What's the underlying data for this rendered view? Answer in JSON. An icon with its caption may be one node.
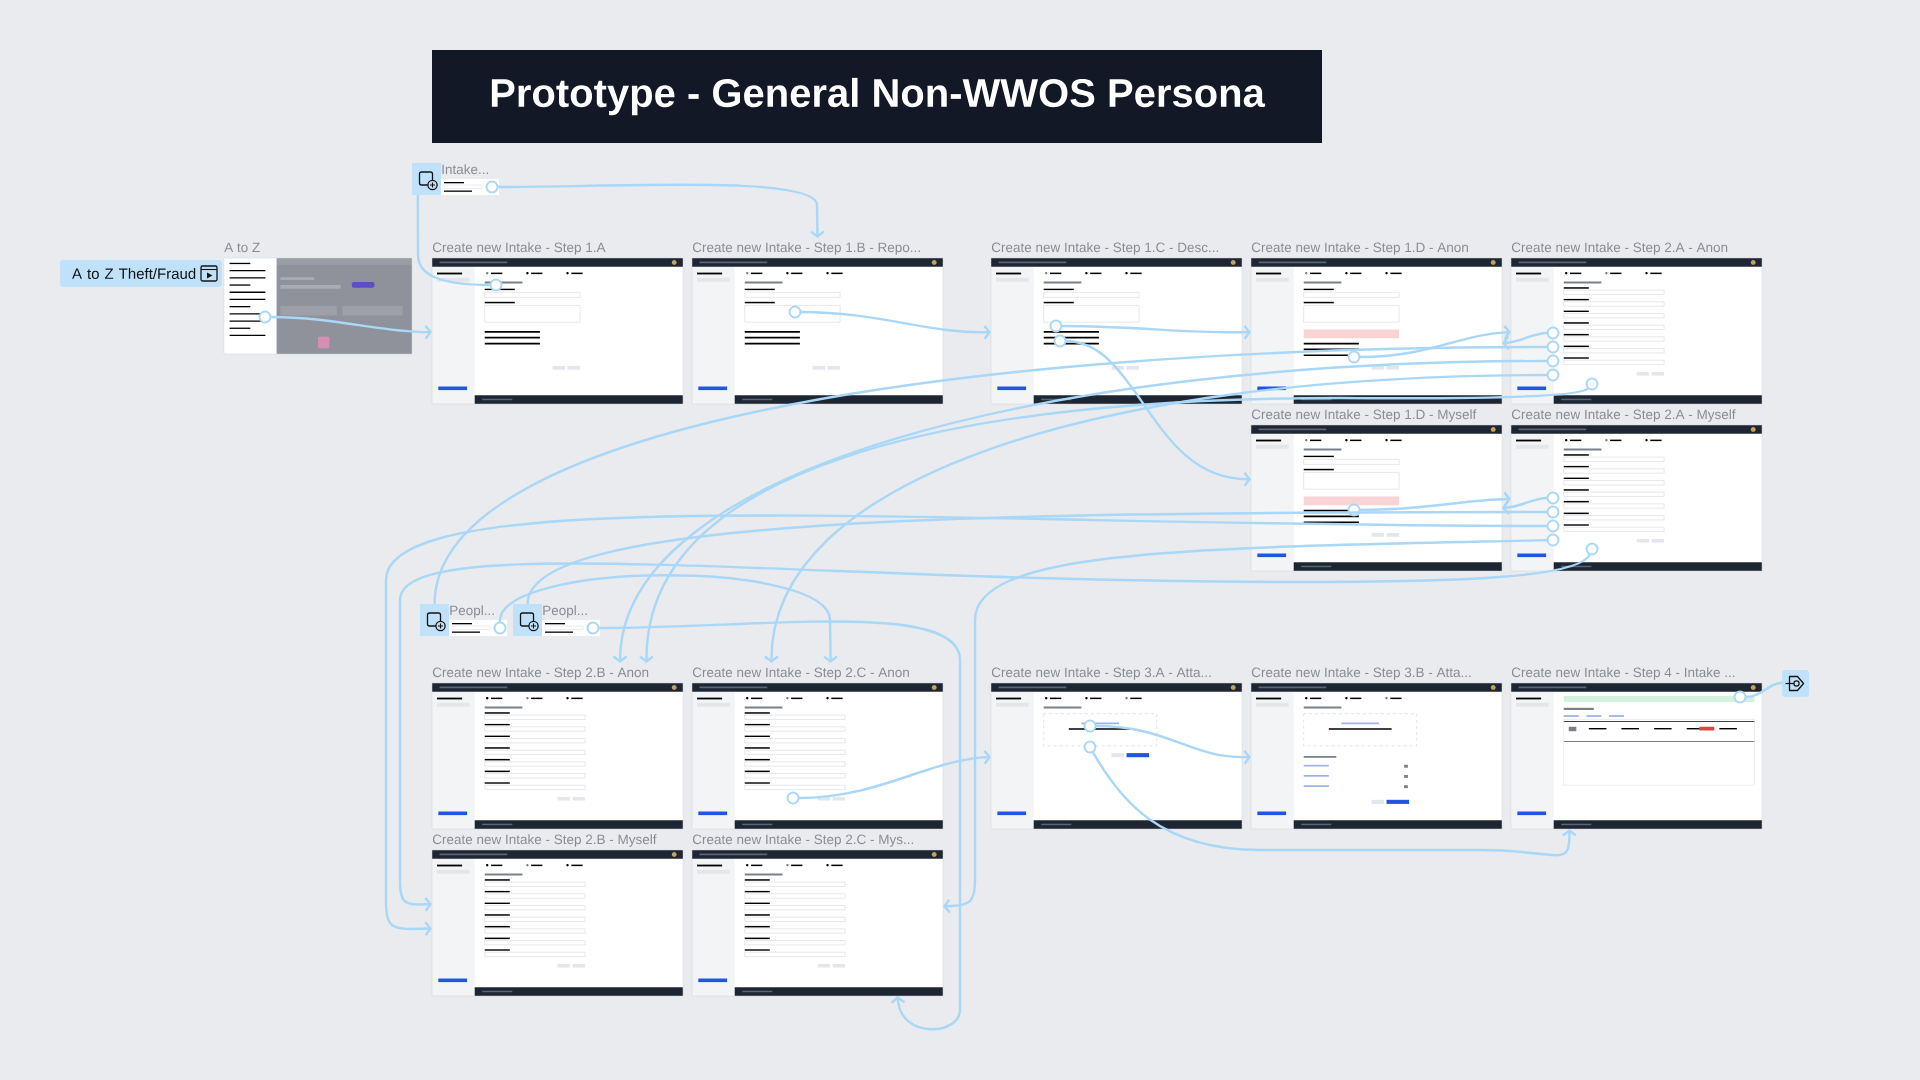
{
  "diagram": {
    "title": "Prototype - General Non-WWOS Persona",
    "nodes": [
      {
        "text": [
          "A to Z Theft/Fraud"
        ]
      },
      {
        "text": [
          "A to Z"
        ]
      },
      {
        "text": [
          "Intake..."
        ]
      },
      {
        "text": [
          "Create new Intake - Step 1.A"
        ]
      },
      {
        "text": [
          "Create new Intake - Step 1.B - Repo..."
        ]
      },
      {
        "text": [
          "Create new Intake - Step 1.C - Desc..."
        ]
      },
      {
        "text": [
          "Create new Intake - Step 1.D - Anon"
        ]
      },
      {
        "text": [
          "Create new Intake - Step 2.A - Anon"
        ]
      },
      {
        "text": [
          "Create new Intake - Step 1.D - Myself"
        ]
      },
      {
        "text": [
          "Create new Intake - Step 2.A - Myself"
        ]
      },
      {
        "text": [
          "Peopl..."
        ]
      },
      {
        "text": [
          "Peopl..."
        ]
      },
      {
        "text": [
          "Create new Intake - Step 2.B - Anon"
        ]
      },
      {
        "text": [
          "Create new Intake - Step 2.C - Anon"
        ]
      },
      {
        "text": [
          "Create new Intake - Step 3.A - Atta..."
        ]
      },
      {
        "text": [
          "Create new Intake - Step 3.B - Atta..."
        ]
      },
      {
        "text": [
          "Create new Intake - Step 4 - Intake ..."
        ]
      },
      {
        "text": [],
        "shape": "box"
      },
      {
        "text": [
          "Create new Intake - Step 2.B - Myself"
        ]
      },
      {
        "text": [
          "Create new Intake - Step 2.C - Mys..."
        ]
      },
      {
        "text": [],
        "shape": "circle",
        "in": 1
      },
      {
        "text": [],
        "shape": "circle",
        "in": 3
      },
      {
        "text": [],
        "shape": "circle",
        "in": 2
      },
      {
        "text": [],
        "shape": "circle",
        "in": 4
      },
      {
        "text": [],
        "shape": "circle",
        "in": 5
      },
      {
        "text": [],
        "shape": "circle",
        "in": 5
      },
      {
        "text": [],
        "shape": "circle",
        "in": 6
      },
      {
        "text": [],
        "shape": "circle",
        "in": 7
      },
      {
        "text": [],
        "shape": "circle",
        "in": 7
      },
      {
        "text": [],
        "shape": "circle",
        "in": 7
      },
      {
        "text": [],
        "shape": "circle",
        "in": 7
      },
      {
        "text": [],
        "shape": "circle",
        "in": 7
      },
      {
        "text": [],
        "shape": "circle",
        "in": 8
      },
      {
        "text": [],
        "shape": "circle",
        "in": 9
      },
      {
        "text": [],
        "shape": "circle",
        "in": 9
      },
      {
        "text": [],
        "shape": "circle",
        "in": 9
      },
      {
        "text": [],
        "shape": "circle",
        "in": 9
      },
      {
        "text": [],
        "shape": "circle",
        "in": 9
      },
      {
        "text": [],
        "shape": "circle",
        "in": 10
      },
      {
        "text": [],
        "shape": "circle",
        "in": 11
      },
      {
        "text": [],
        "shape": "circle",
        "in": 13
      },
      {
        "text": [],
        "shape": "circle",
        "in": 14
      },
      {
        "text": [],
        "shape": "circle",
        "in": 14
      },
      {
        "text": [],
        "shape": "circle",
        "in": 16
      }
    ],
    "edges": [
      {
        "from": 20,
        "to": 3,
        "arrow": "to"
      },
      {
        "from": 21,
        "to": 2,
        "arrow": "none"
      },
      {
        "from": 22,
        "to": 4,
        "arrow": "to"
      },
      {
        "from": 23,
        "to": 5,
        "arrow": "to"
      },
      {
        "from": 24,
        "to": 6,
        "arrow": "to"
      },
      {
        "from": 25,
        "to": 8,
        "arrow": "to"
      },
      {
        "from": 26,
        "to": 7,
        "arrow": "to"
      },
      {
        "from": 27,
        "to": 6,
        "arrow": "to"
      },
      {
        "from": 28,
        "to": 10,
        "arrow": "none"
      },
      {
        "from": 29,
        "to": 12,
        "arrow": "to"
      },
      {
        "from": 30,
        "to": 13,
        "arrow": "to"
      },
      {
        "from": 31,
        "to": 12,
        "arrow": "to"
      },
      {
        "from": 32,
        "to": 9,
        "arrow": "to"
      },
      {
        "from": 33,
        "to": 8,
        "arrow": "to"
      },
      {
        "from": 34,
        "to": 11,
        "arrow": "none"
      },
      {
        "from": 35,
        "to": 18,
        "arrow": "to"
      },
      {
        "from": 36,
        "to": 19,
        "arrow": "to"
      },
      {
        "from": 37,
        "to": 18,
        "arrow": "to"
      },
      {
        "from": 38,
        "to": 13,
        "arrow": "to"
      },
      {
        "from": 39,
        "to": 19,
        "arrow": "to"
      },
      {
        "from": 40,
        "to": 14,
        "arrow": "to"
      },
      {
        "from": 41,
        "to": 15,
        "arrow": "to"
      },
      {
        "from": 42,
        "to": 16,
        "arrow": "to"
      },
      {
        "from": 43,
        "to": 17,
        "arrow": "none"
      }
    ]
  }
}
